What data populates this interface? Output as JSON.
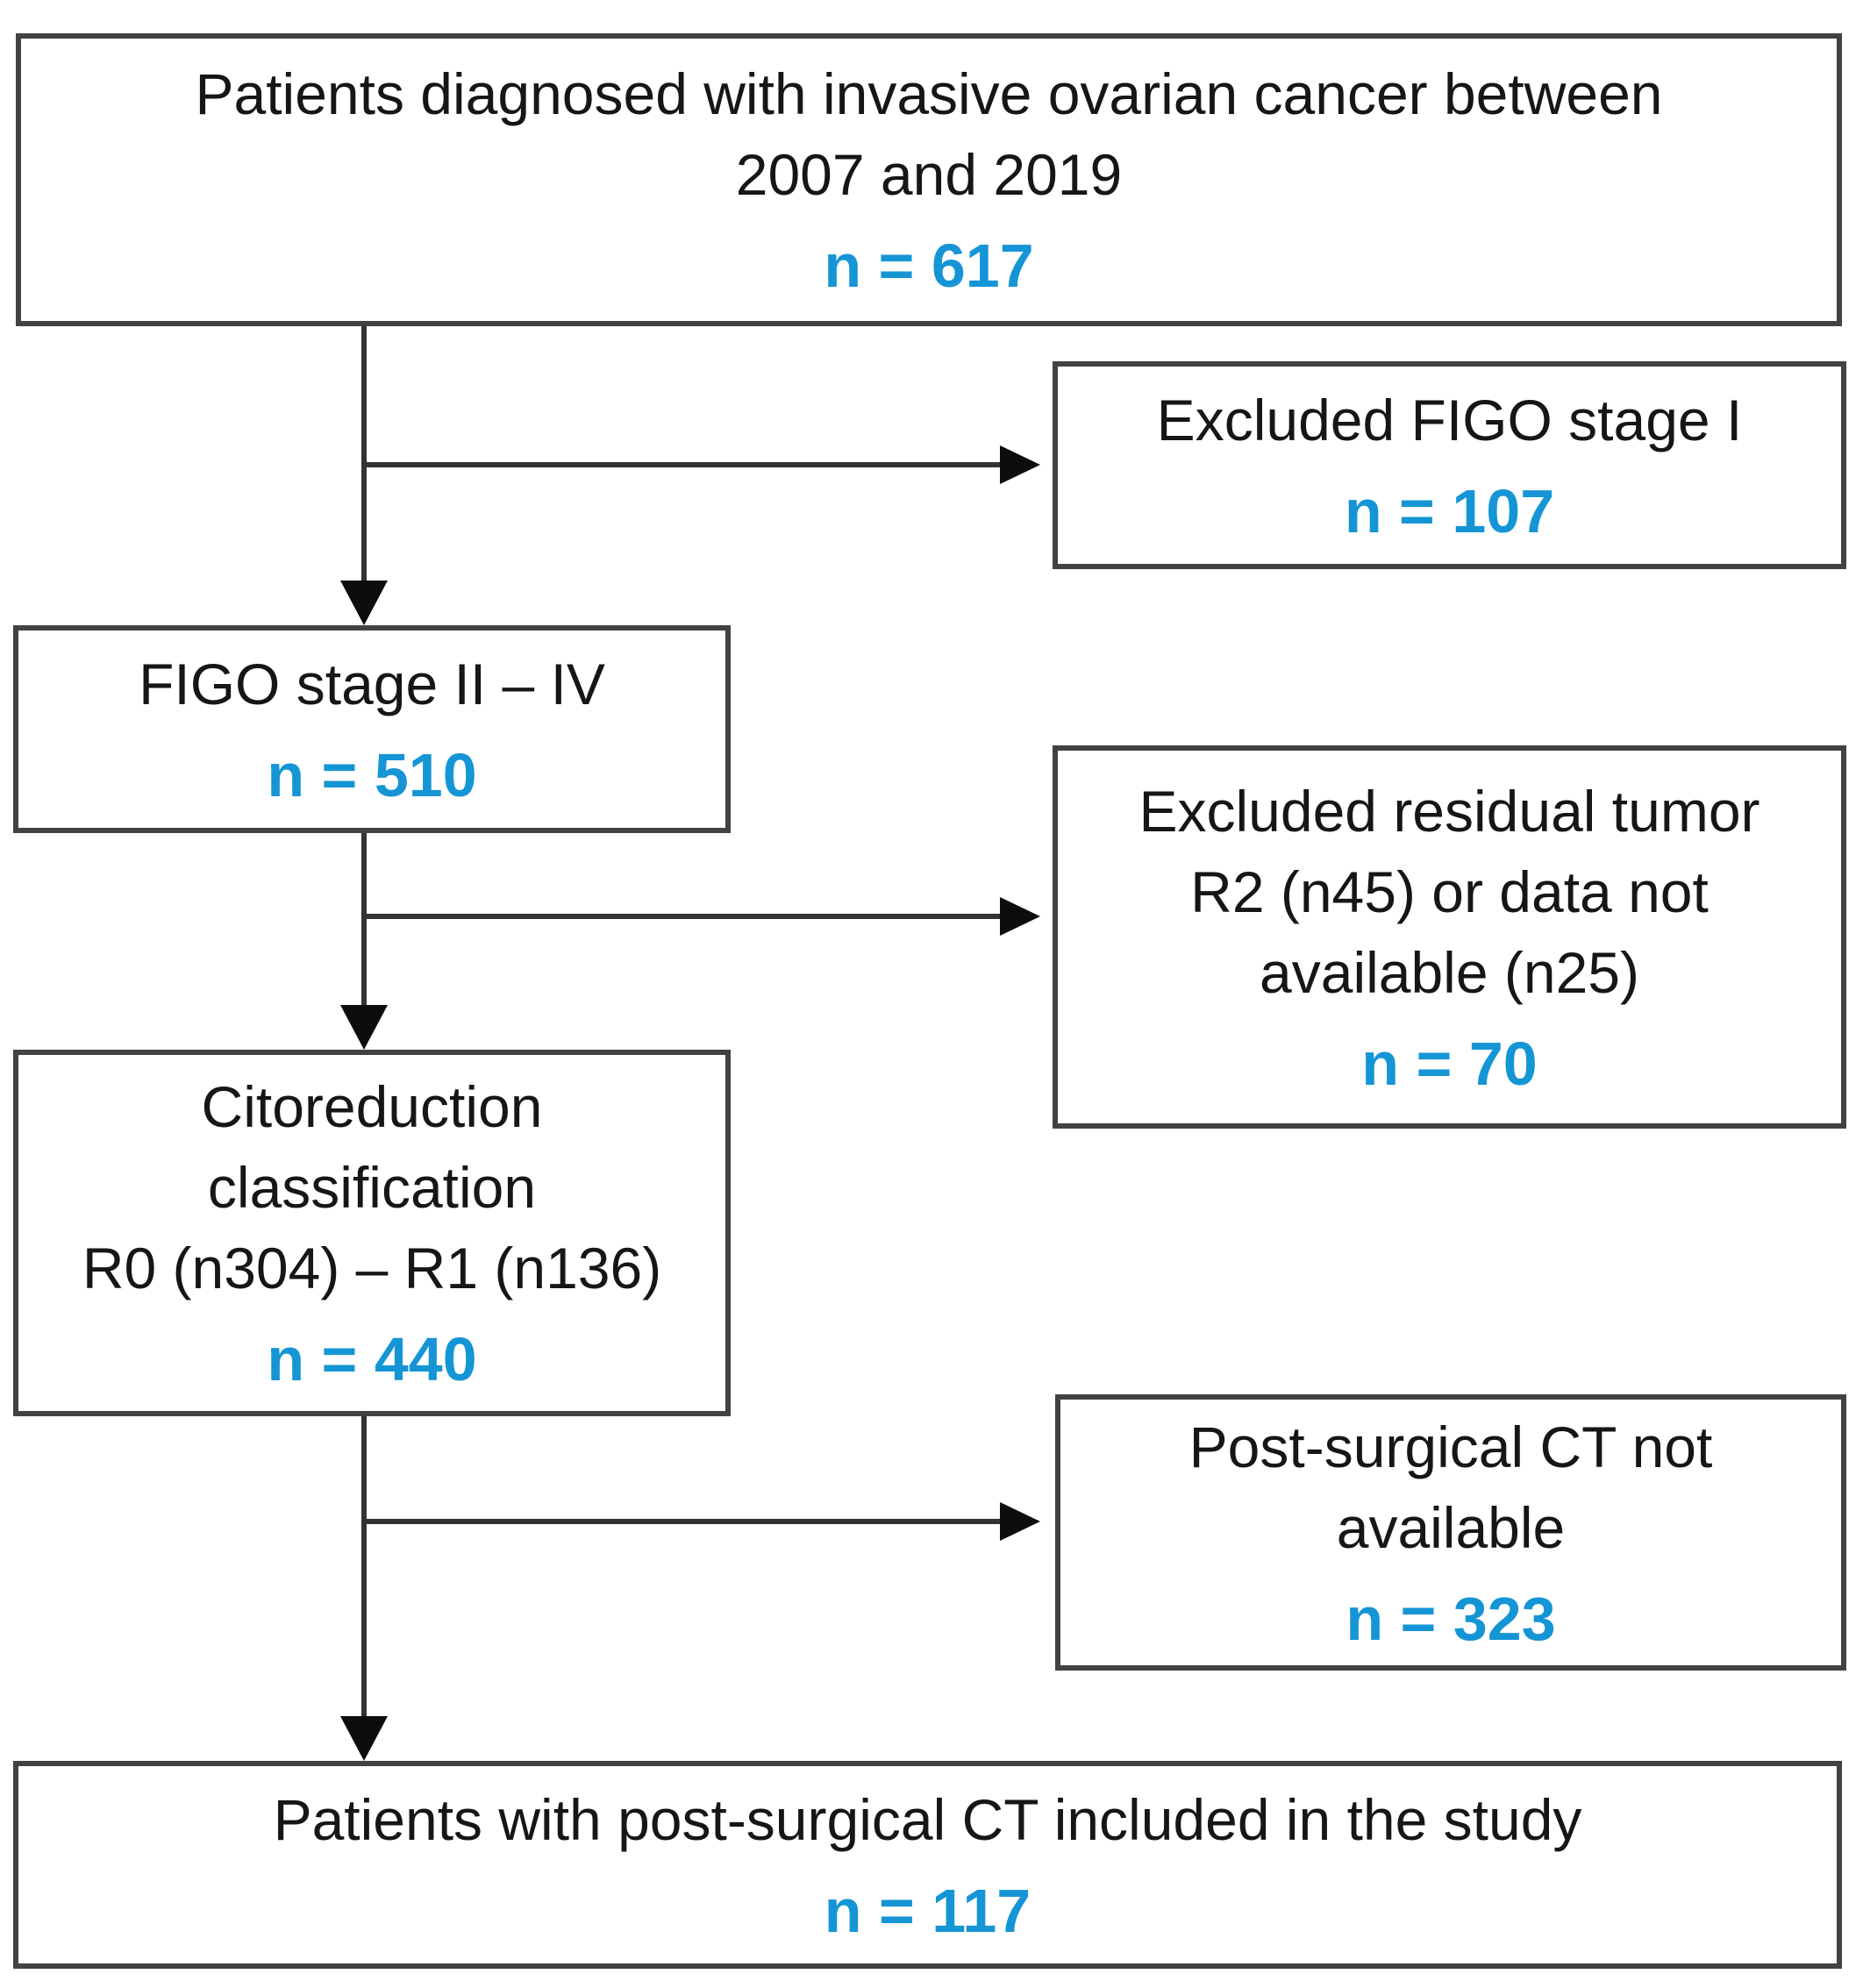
{
  "flowchart": {
    "accent_color": "#1595d5",
    "border_color": "#424242",
    "boxes": [
      {
        "id": "patients-diagnosed",
        "lines": [
          "Patients diagnosed with invasive ovarian cancer between",
          "2007 and 2019"
        ],
        "n_label": "n = 617"
      },
      {
        "id": "excluded-figo-stage-1",
        "lines": [
          "Excluded FIGO stage I"
        ],
        "n_label": "n = 107"
      },
      {
        "id": "figo-stage-2-4",
        "lines": [
          "FIGO stage II – IV"
        ],
        "n_label": "n = 510"
      },
      {
        "id": "excluded-residual-tumor",
        "lines": [
          "Excluded residual tumor",
          "R2 (n45) or data not",
          "available (n25)"
        ],
        "n_label": "n = 70"
      },
      {
        "id": "citoreduction-classification",
        "lines": [
          "Citoreduction",
          "classification",
          "R0 (n304) – R1 (n136)"
        ],
        "n_label": "n = 440"
      },
      {
        "id": "post-surgical-ct-not-available",
        "lines": [
          "Post-surgical CT not",
          "available"
        ],
        "n_label": "n = 323"
      },
      {
        "id": "patients-included",
        "lines": [
          "Patients with post-surgical CT included in the study"
        ],
        "n_label": "n = 117"
      }
    ]
  }
}
